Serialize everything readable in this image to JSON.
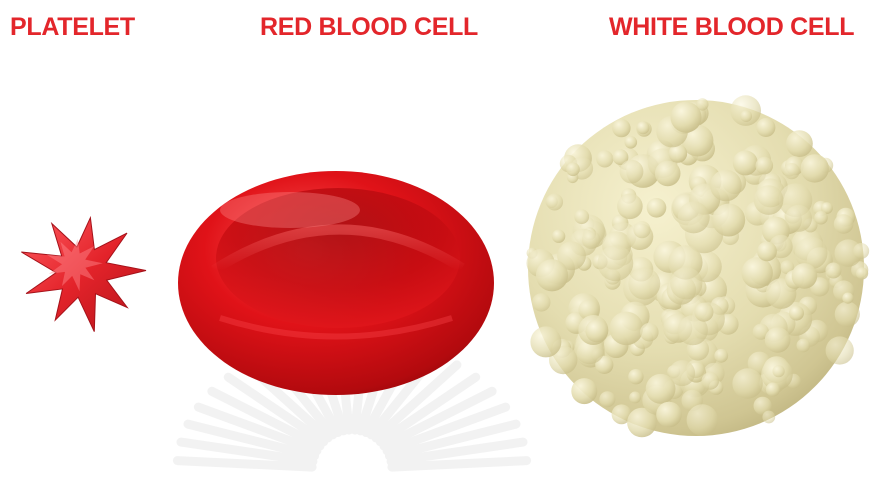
{
  "labels": {
    "platelet": "PLATELET",
    "red_blood_cell": "RED BLOOD CELL",
    "white_blood_cell": "WHITE BLOOD CELL"
  },
  "colors": {
    "label_text": "#e3262b",
    "platelet": "#e0262c",
    "red_blood_cell": "#dd1116",
    "white_blood_cell": "#e6e0b4",
    "watermark": "#e8e8e8"
  },
  "icons": {
    "platelet": "platelet-illustration",
    "red_blood_cell": "red-blood-cell-illustration",
    "white_blood_cell": "white-blood-cell-illustration",
    "watermark": "sunburst-watermark"
  }
}
